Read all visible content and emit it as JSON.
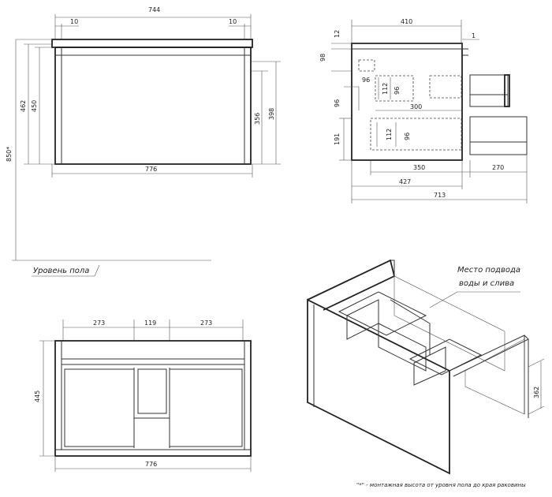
{
  "front_view": {
    "width_top": "744",
    "side_left": "10",
    "side_right": "10",
    "height_overall": "850*",
    "height_body": "462",
    "height_front": "450",
    "height_inner": "356",
    "height_side": "398",
    "width_bottom": "776"
  },
  "floor_label": "Уровень пола",
  "side_view": {
    "depth_top": "410",
    "top_thickness": "12",
    "gap": "1",
    "height_upper": "98",
    "upper_drawer_h1": "112",
    "upper_drawer_h2": "96",
    "upper_inner_w": "96",
    "upper_side": "96",
    "inner_width": "300",
    "lower_h": "191",
    "lower_drawer_h1": "112",
    "lower_drawer_h2": "96",
    "depth_inner": "350",
    "pullout": "270",
    "depth_body": "427",
    "depth_total": "713"
  },
  "plan_view": {
    "left_width": "273",
    "middle_width": "119",
    "right_width": "273",
    "height": "445",
    "width_bottom": "776"
  },
  "iso_view": {
    "label_line1": "Место подвода",
    "label_line2": "воды и слива",
    "dim_height": "362"
  },
  "footnote": "\"*\" - монтажная высота от уровня пола до края раковины"
}
